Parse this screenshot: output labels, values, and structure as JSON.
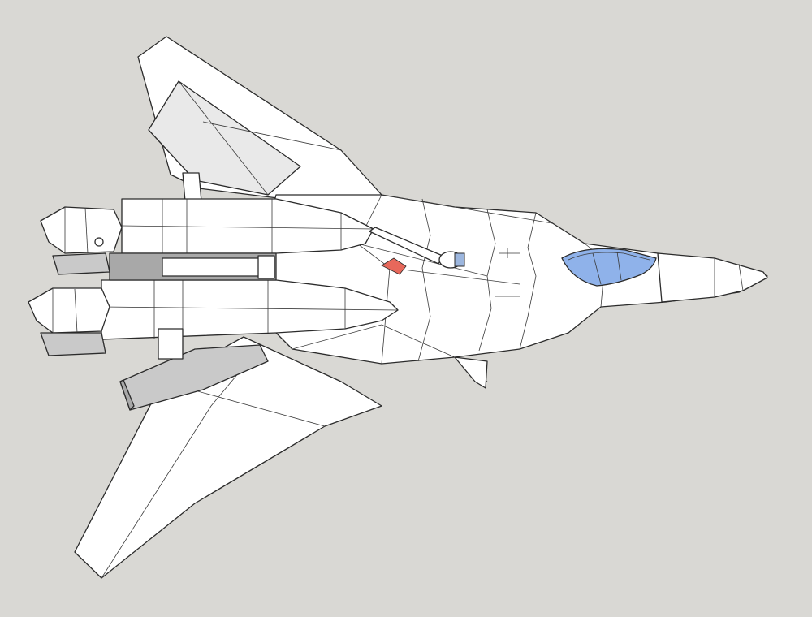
{
  "scene": {
    "background": "#d9d8d4",
    "model_fill": "#ffffff",
    "edge_color": "#2b2b2b",
    "canopy_color": "#8fb2ea",
    "marking_color": "#e7685b",
    "icons": [
      "aircraft-model",
      "canopy-glass",
      "insignia-marking",
      "gun-pod"
    ]
  }
}
